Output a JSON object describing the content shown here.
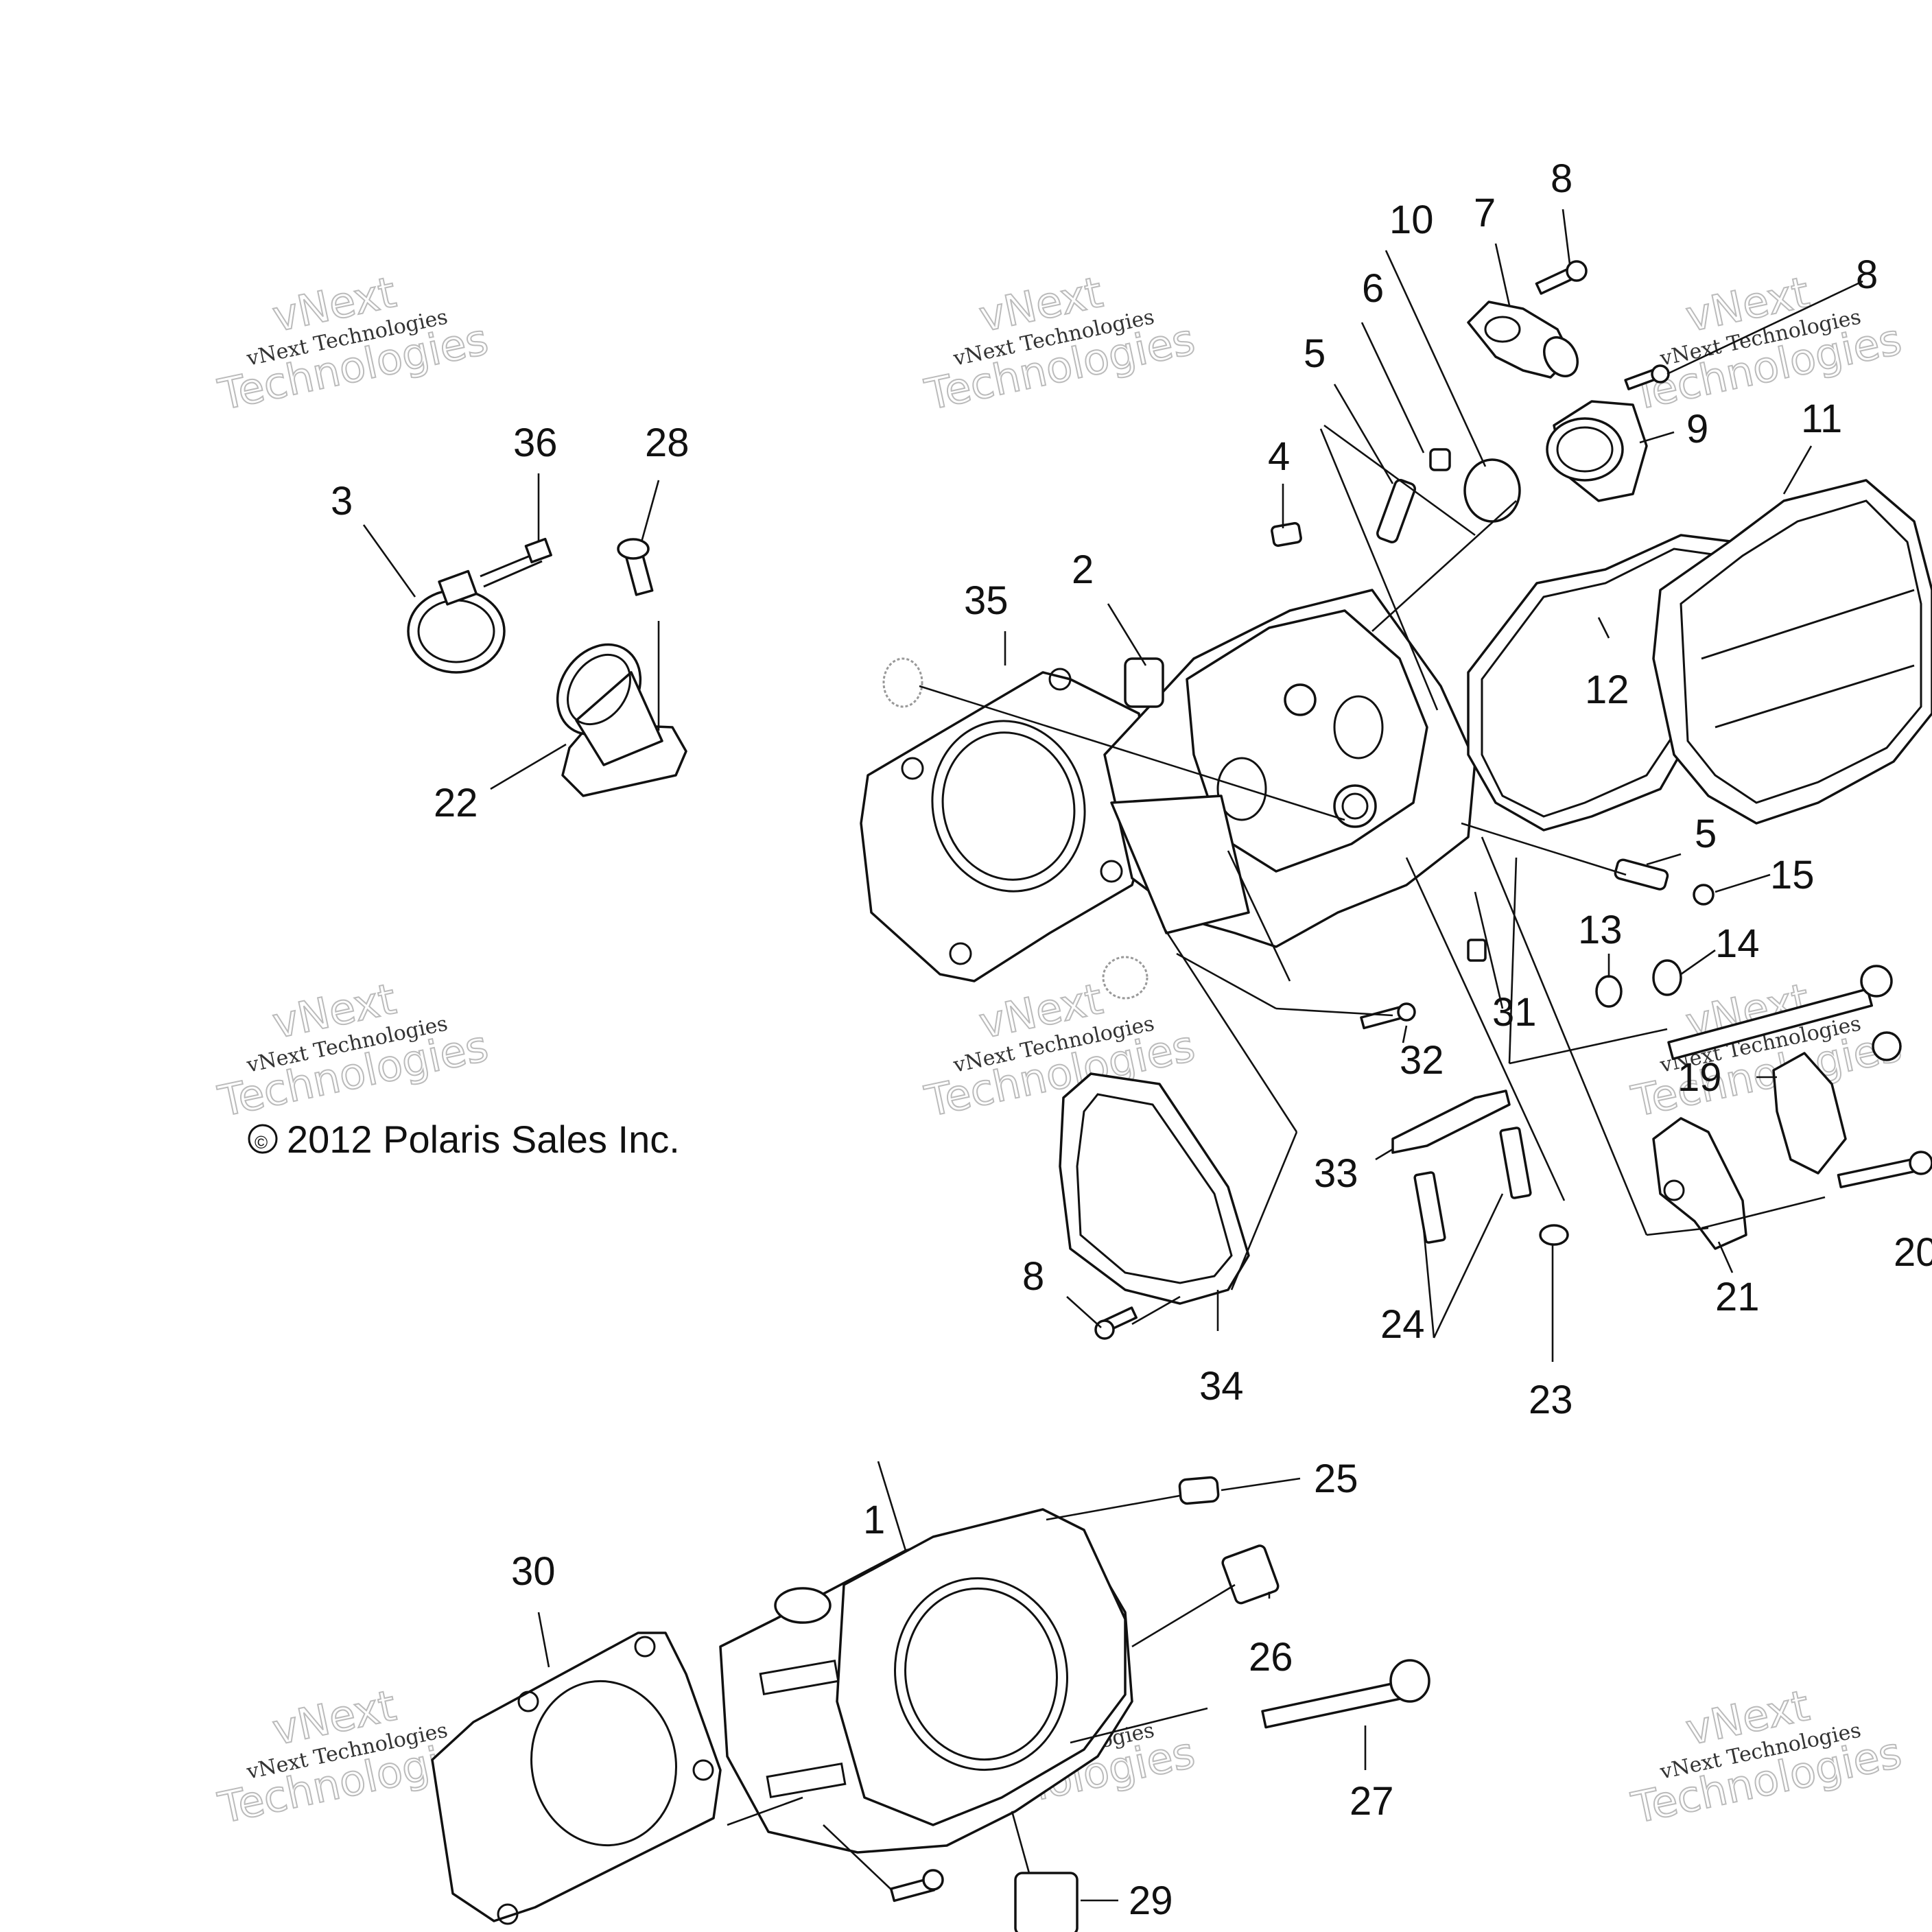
{
  "copyright": "2012 Polaris Sales Inc.",
  "copyright_symbol": "©",
  "watermark": {
    "line1": "vNext",
    "line2": "vNext Technologies",
    "line3": "Technologies"
  },
  "callouts": [
    "1",
    "2",
    "3",
    "4",
    "5",
    "5",
    "6",
    "7",
    "8",
    "8",
    "8",
    "9",
    "10",
    "11",
    "12",
    "13",
    "14",
    "15",
    "19",
    "20",
    "21",
    "22",
    "23",
    "24",
    "25",
    "26",
    "27",
    "28",
    "29",
    "30",
    "31",
    "32",
    "33",
    "34",
    "35",
    "36"
  ]
}
